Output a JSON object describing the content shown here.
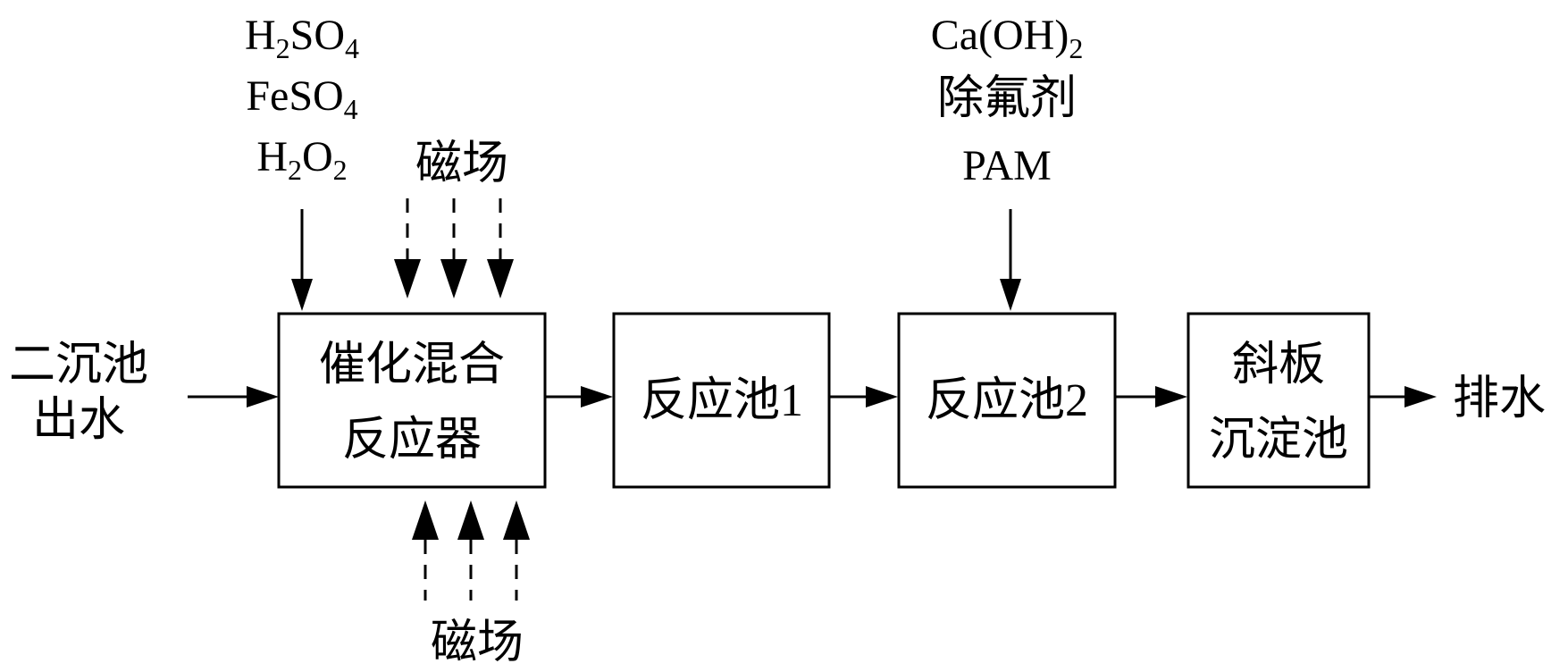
{
  "input": {
    "line1": "二沉池",
    "line2": "出水"
  },
  "output": {
    "label": "排水"
  },
  "reagents_1": {
    "r1": {
      "base": "H",
      "sub": "2",
      "rest": "SO",
      "sub2": "4"
    },
    "r2": {
      "base": "FeSO",
      "sub": "4"
    },
    "r3": {
      "base": "H",
      "sub": "2",
      "rest": "O",
      "sub2": "2"
    }
  },
  "magnetic_top": {
    "label": "磁场"
  },
  "magnetic_bottom": {
    "label": "磁场"
  },
  "reagents_2": {
    "r1": {
      "base": "Ca(OH)",
      "sub": "2"
    },
    "r2": "除氟剂",
    "r3": "PAM"
  },
  "boxes": {
    "b1": {
      "line1": "催化混合",
      "line2": "反应器"
    },
    "b2": {
      "label": "反应池1"
    },
    "b3": {
      "label": "反应池2"
    },
    "b4": {
      "line1": "斜板",
      "line2": "沉淀池"
    }
  }
}
